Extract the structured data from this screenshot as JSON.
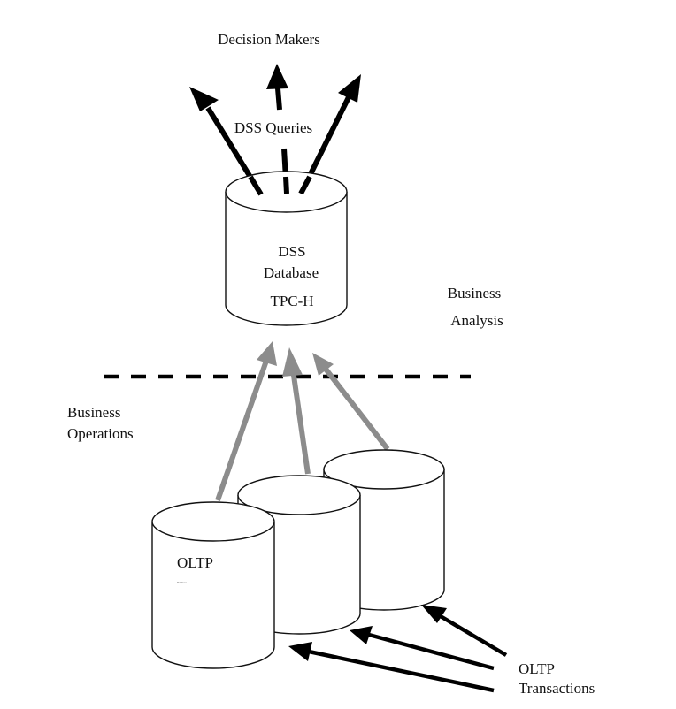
{
  "diagram": {
    "title_top": "Decision Makers",
    "dss_queries_label": "DSS Queries",
    "dss_db": {
      "line1": "DSS",
      "line2": "Database",
      "line3": "TPC-H"
    },
    "business_analysis": {
      "line1": "Business",
      "line2": "Analysis"
    },
    "business_operations": {
      "line1": "Business",
      "line2": "Operations"
    },
    "oltp_db": {
      "title": "OLTP",
      "subtitle": "Database"
    },
    "oltp_transactions": {
      "line1": "OLTP",
      "line2": "Transactions"
    },
    "colors": {
      "query_arrows": "#000000",
      "feed_arrows": "#8c8c8c",
      "transaction_arrows": "#000000",
      "divider": "#000000",
      "outline": "#111111"
    },
    "counts": {
      "dss_query_arrows": 3,
      "oltp_databases": 3,
      "feed_arrows": 3,
      "transaction_arrows": 3
    }
  }
}
